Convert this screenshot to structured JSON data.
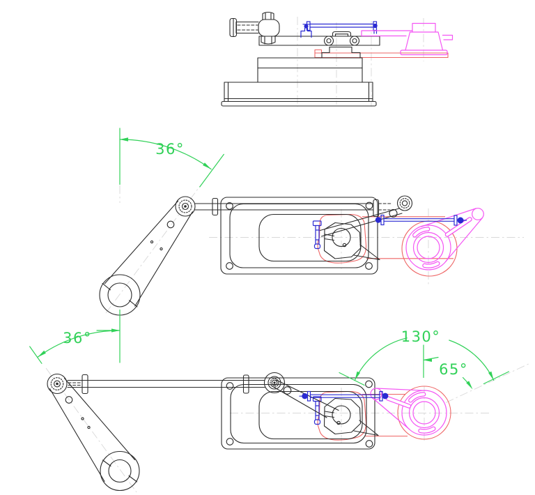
{
  "dimensions": {
    "upper_arm_angle": "36°",
    "lower_arm_angle": "36°",
    "lever_sweep_angle": "130°",
    "lever_half_angle": "65°"
  },
  "colors": {
    "line_black": "#2a2a2a",
    "accent_blue": "#2a2ad2",
    "accent_magenta": "#f455f4",
    "accent_red": "#ee6464",
    "dimension_green": "#31d158",
    "centerline_gray": "#d8d8d8"
  }
}
